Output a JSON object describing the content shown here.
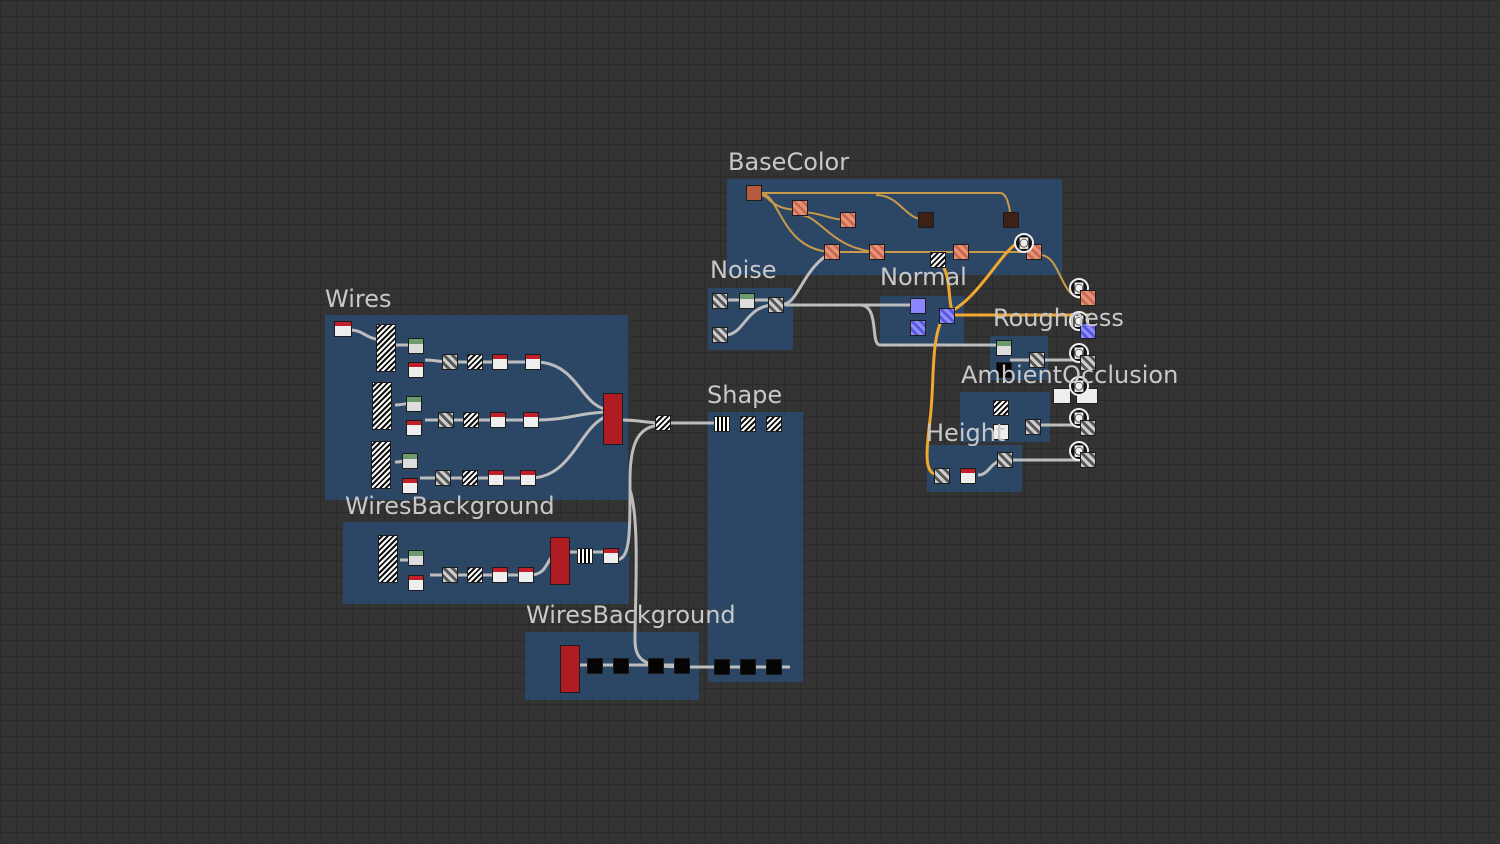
{
  "frames": {
    "basecolor": "BaseColor",
    "noise": "Noise",
    "normal": "Normal",
    "roughness": "Roughness",
    "wires": "Wires",
    "wiresbackground_1": "WiresBackground",
    "shape": "Shape",
    "wiresbackground_2": "WiresBackground",
    "ambient_occlusion": "AmbientOcclusion",
    "height": "Height"
  },
  "colors": {
    "frame_fill": "#2b4a70",
    "wire_gray": "#bdbdbd",
    "wire_orange": "#f0a830",
    "wire_tan": "#c89a4a",
    "background": "#333333"
  },
  "icons": [
    "output-node-icon"
  ]
}
